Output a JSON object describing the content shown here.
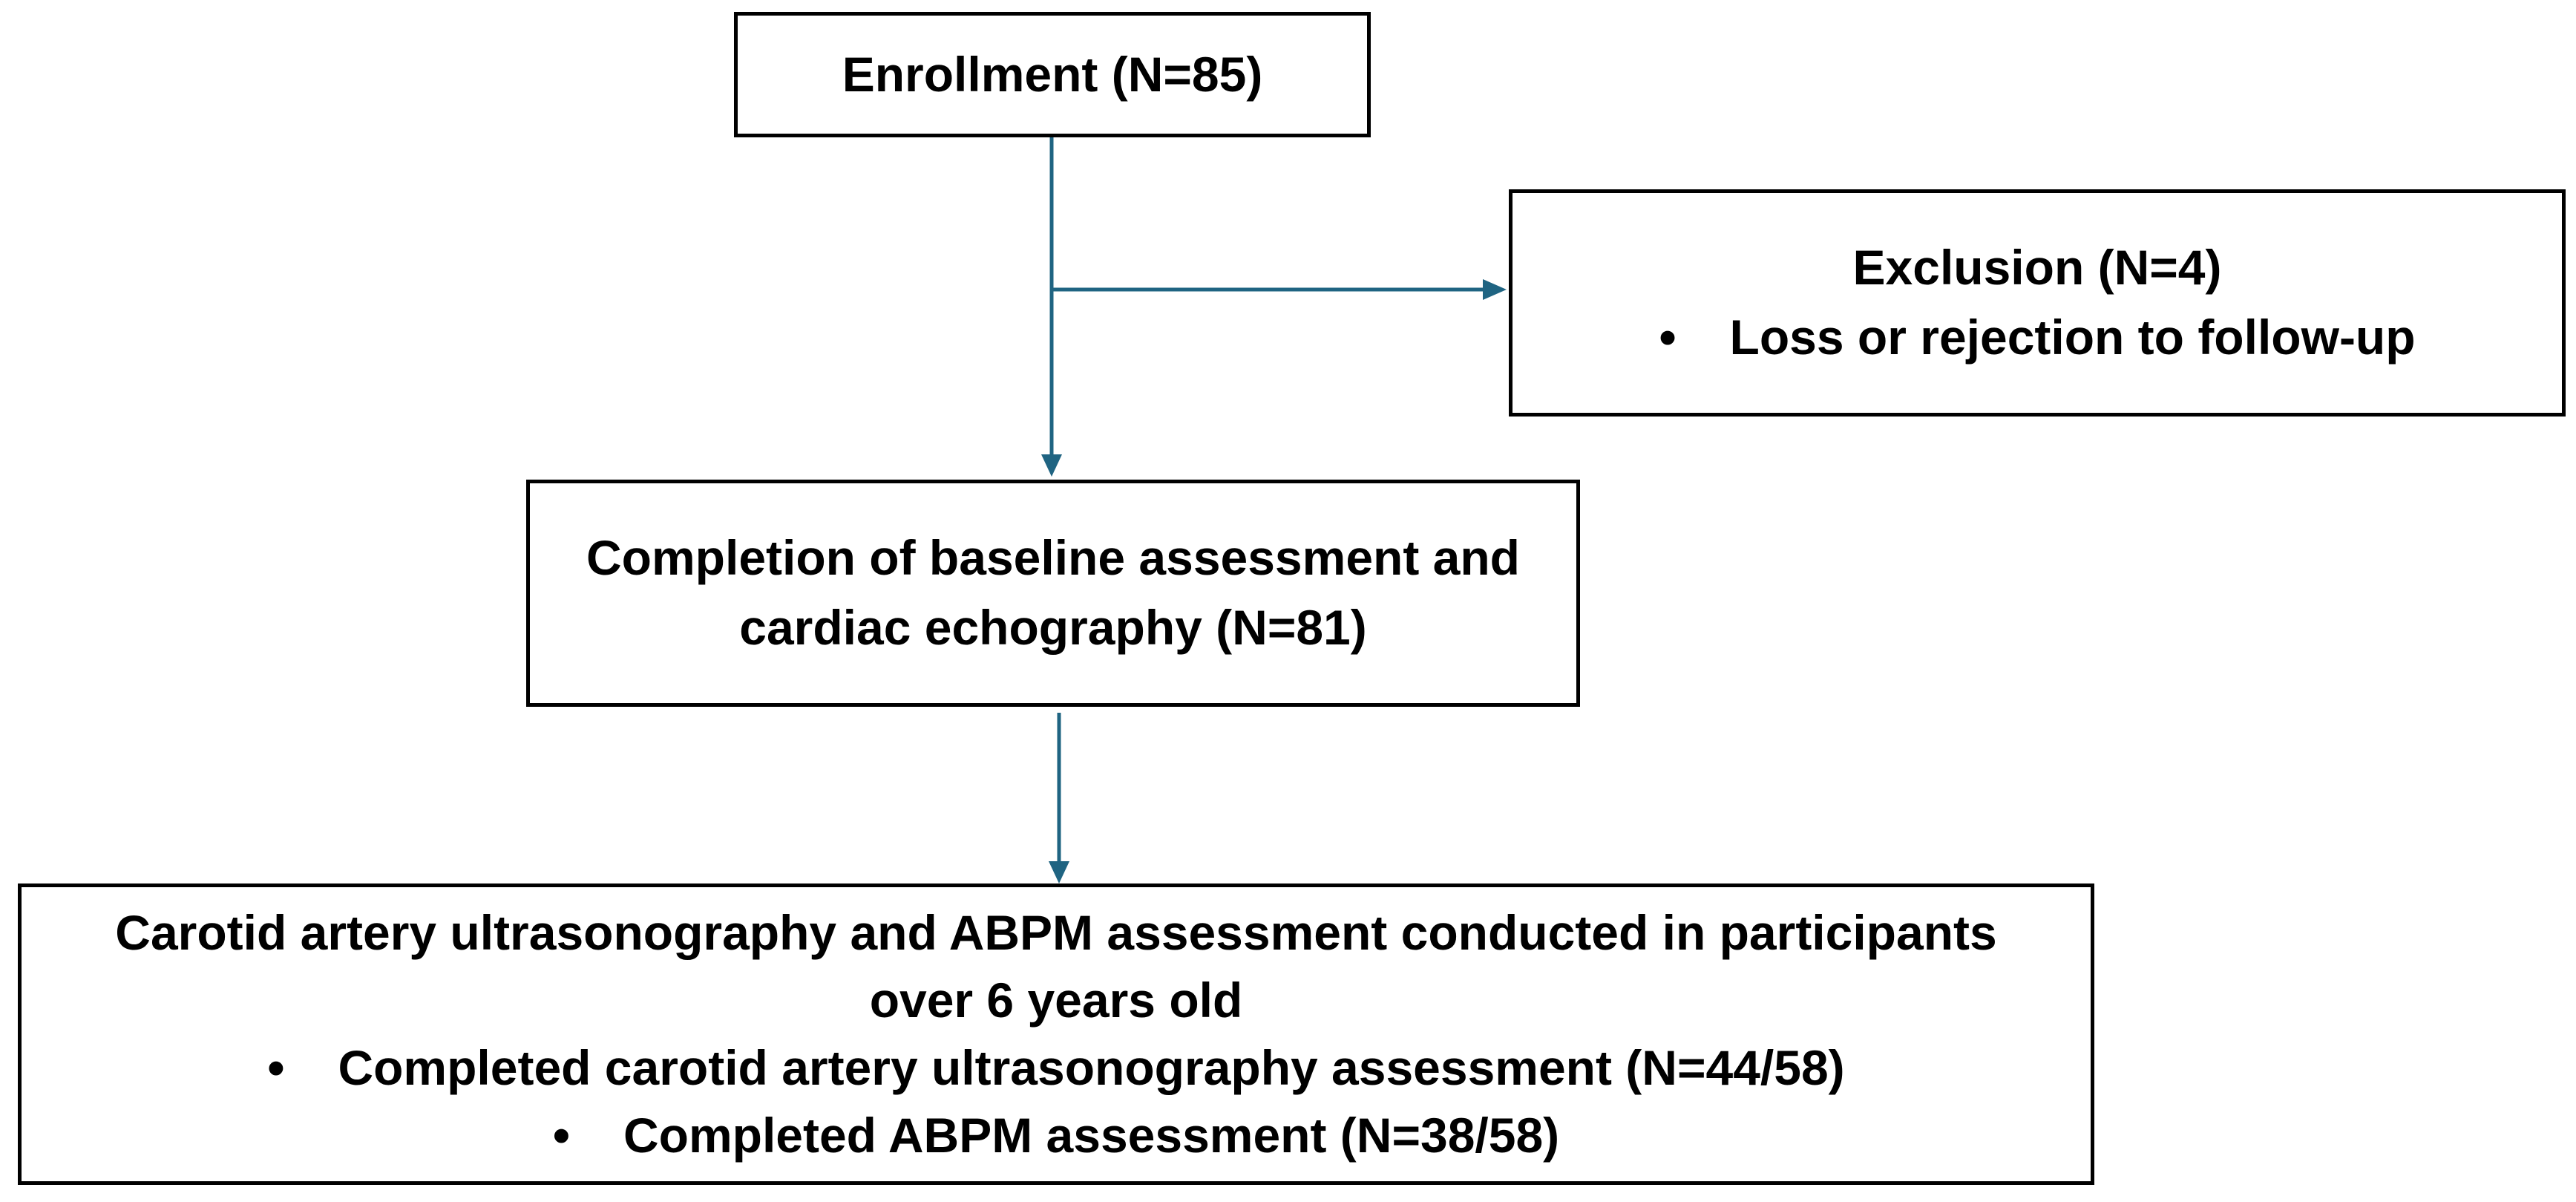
{
  "diagram": {
    "enrollment": {
      "label": "Enrollment (N=85)"
    },
    "exclusion": {
      "title": "Exclusion (N=4)",
      "bullets": [
        "Loss or rejection to follow-up"
      ]
    },
    "baseline": {
      "lines": [
        "Completion of baseline assessment and",
        "cardiac echography (N=81)"
      ]
    },
    "final": {
      "lines": [
        "Carotid artery ultrasonography and ABPM assessment conducted in participants",
        "over 6 years old"
      ],
      "bullets": [
        "Completed carotid artery ultrasonography assessment (N=44/58)",
        "Completed ABPM assessment (N=38/58)"
      ]
    },
    "bullet_symbol": "•",
    "colors": {
      "arrow": "#1F6482",
      "box_border": "#000000",
      "text": "#000000"
    }
  }
}
